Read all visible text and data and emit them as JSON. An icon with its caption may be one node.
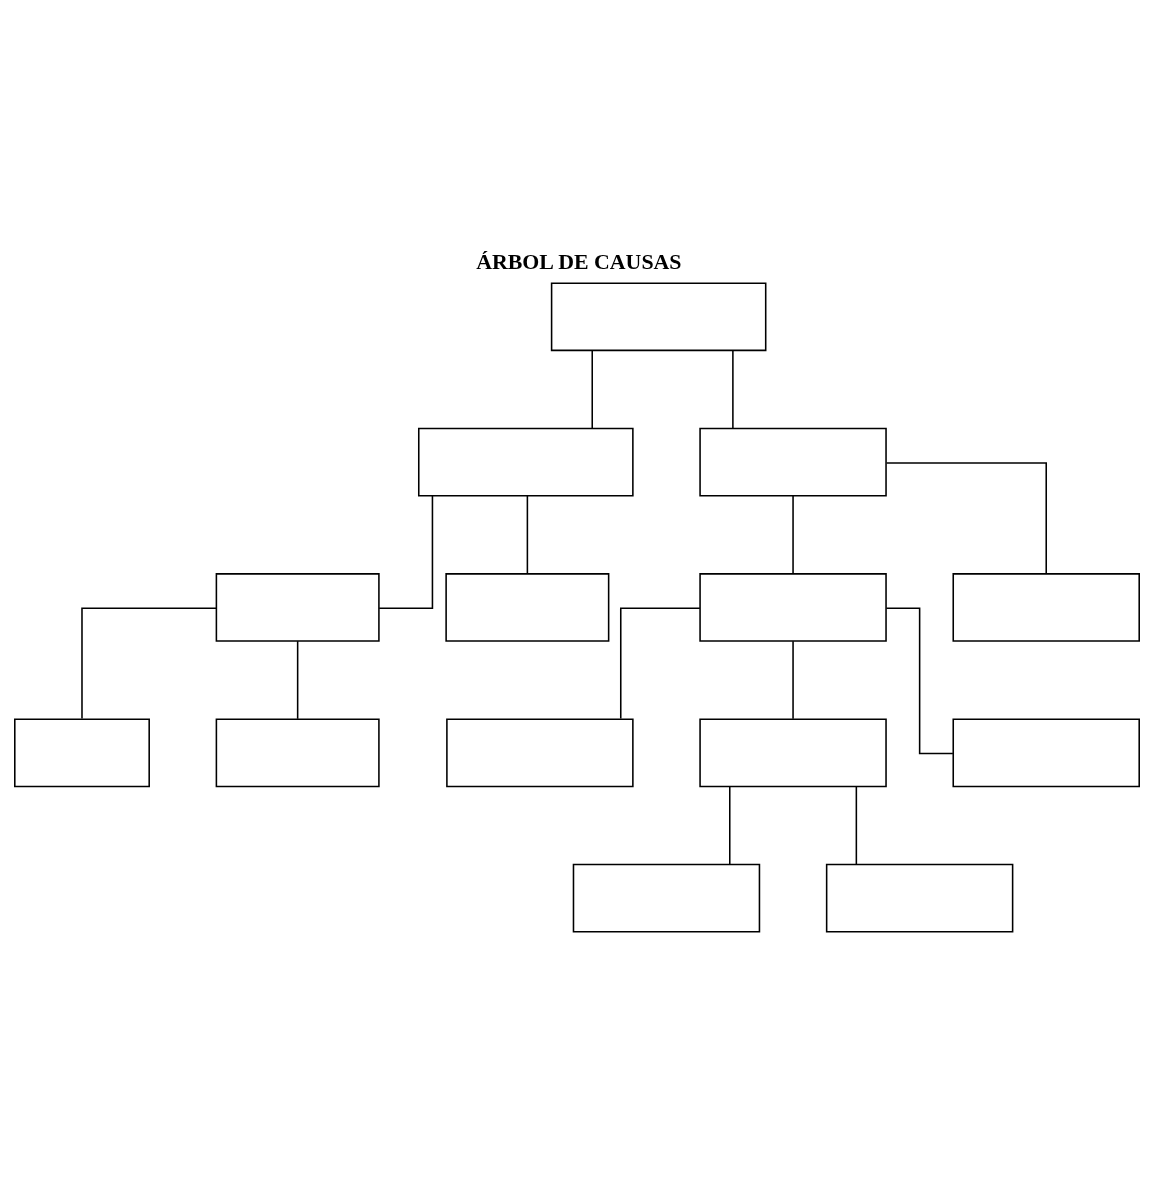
{
  "diagram": {
    "title": "ÁRBOL DE CAUSAS",
    "nodes": [
      {
        "text": [],
        "shape": "box"
      },
      {
        "text": [],
        "shape": "box"
      },
      {
        "text": [],
        "shape": "box"
      },
      {
        "text": [],
        "shape": "box"
      },
      {
        "text": [],
        "shape": "box"
      },
      {
        "text": [],
        "shape": "box"
      },
      {
        "text": [],
        "shape": "box"
      },
      {
        "text": [],
        "shape": "box"
      },
      {
        "text": [],
        "shape": "box"
      },
      {
        "text": [],
        "shape": "box"
      },
      {
        "text": [],
        "shape": "box"
      },
      {
        "text": [],
        "shape": "box"
      },
      {
        "text": [],
        "shape": "box"
      },
      {
        "text": [],
        "shape": "box"
      }
    ],
    "edges": [
      {
        "from": 0,
        "to": 1,
        "arrow": "none"
      },
      {
        "from": 0,
        "to": 2,
        "arrow": "none"
      },
      {
        "from": 1,
        "to": 3,
        "arrow": "none"
      },
      {
        "from": 1,
        "to": 4,
        "arrow": "none"
      },
      {
        "from": 2,
        "to": 5,
        "arrow": "none"
      },
      {
        "from": 2,
        "to": 6,
        "arrow": "none"
      },
      {
        "from": 3,
        "to": 7,
        "arrow": "none"
      },
      {
        "from": 3,
        "to": 8,
        "arrow": "none"
      },
      {
        "from": 5,
        "to": 9,
        "arrow": "none"
      },
      {
        "from": 5,
        "to": 10,
        "arrow": "none"
      },
      {
        "from": 5,
        "to": 11,
        "arrow": "none"
      },
      {
        "from": 10,
        "to": 12,
        "arrow": "none"
      },
      {
        "from": 10,
        "to": 13,
        "arrow": "none"
      }
    ]
  }
}
